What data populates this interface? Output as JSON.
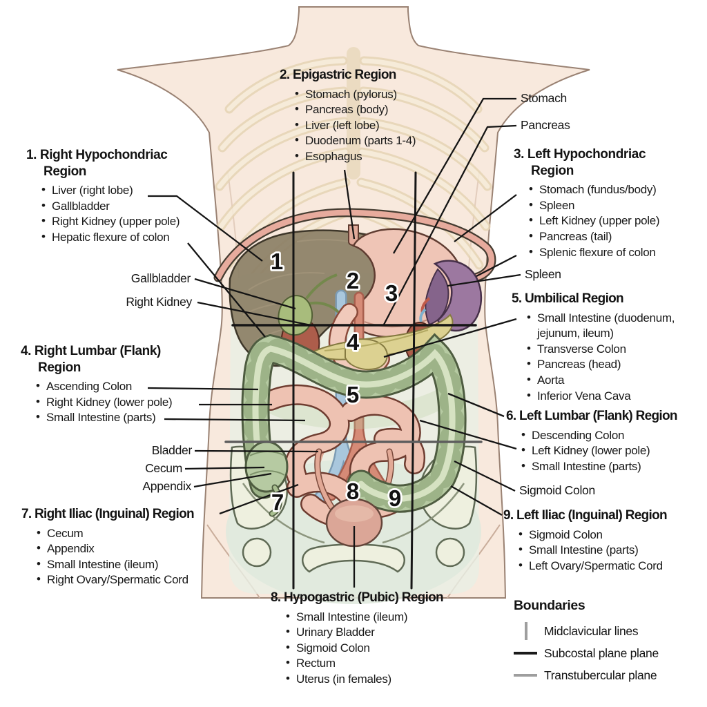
{
  "regions": [
    {
      "title": "1. Right Hypochondriac Region",
      "items": [
        "Liver (right lobe)",
        "Gallbladder",
        "Right Kidney (upper pole)",
        "Hepatic flexure of colon"
      ]
    },
    {
      "title": "2. Epigastric Region",
      "items": [
        "Stomach (pylorus)",
        "Pancreas (body)",
        "Liver (left lobe)",
        "Duodenum (parts 1-4)",
        "Esophagus"
      ]
    },
    {
      "title": "3. Left Hypochondriac Region",
      "items": [
        "Stomach (fundus/body)",
        "Spleen",
        "Left Kidney (upper pole)",
        "Pancreas (tail)",
        "Splenic flexure of colon"
      ]
    },
    {
      "title": "4. Right Lumbar (Flank) Region",
      "items": [
        "Ascending Colon",
        "Right Kidney (lower pole)",
        "Small Intestine (parts)"
      ]
    },
    {
      "title": "5. Umbilical Region",
      "items": [
        "Small Intestine (duodenum, jejunum, ileum)",
        "Transverse Colon",
        "Pancreas (head)",
        "Aorta",
        "Inferior Vena Cava"
      ]
    },
    {
      "title": "6. Left Lumbar (Flank) Region",
      "items": [
        "Descending Colon",
        "Left Kidney (lower pole)",
        "Small Intestine (parts)"
      ]
    },
    {
      "title": "7. Right Iliac (Inguinal) Region",
      "items": [
        "Cecum",
        "Appendix",
        "Small Intestine (ileum)",
        "Right Ovary/Spermatic Cord"
      ]
    },
    {
      "title": "8. Hypogastric (Pubic) Region",
      "items": [
        "Small Intestine (ileum)",
        "Urinary Bladder",
        "Sigmoid Colon",
        "Rectum",
        "Uterus (in females)"
      ]
    },
    {
      "title": "9. Left Iliac (Inguinal) Region",
      "items": [
        "Sigmoid Colon",
        "Small Intestine (parts)",
        "Left Ovary/Spermatic Cord"
      ]
    }
  ],
  "organ_labels": {
    "stomach": "Stomach",
    "pancreas": "Pancreas",
    "spleen": "Spleen",
    "gallbladder": "Gallbladder",
    "right_kidney": "Right Kidney",
    "bladder": "Bladder",
    "cecum": "Cecum",
    "appendix": "Appendix",
    "sigmoid_colon": "Sigmoid Colon"
  },
  "figure": {
    "numbers": [
      "1",
      "2",
      "3",
      "4",
      "5",
      "7",
      "8",
      "9"
    ]
  },
  "legend": {
    "title": "Boundaries",
    "items": [
      "Midclavicular lines",
      "Subcostal plane plane",
      "Transtubercular plane"
    ]
  },
  "palette": {
    "liver": "#8c8066",
    "stomach": "#efc5b6",
    "spleen": "#9c78a0",
    "gallbladder": "#a8bc7c",
    "pancreas": "#dcd191",
    "kidney": "#ad5d4b",
    "colon": "#b6caa2",
    "small_intestine": "#eec2b2",
    "bladder": "#dba697",
    "skin": "#f8e9dd",
    "grid_black": "#161616",
    "grid_gray": "#8a8a8a"
  }
}
